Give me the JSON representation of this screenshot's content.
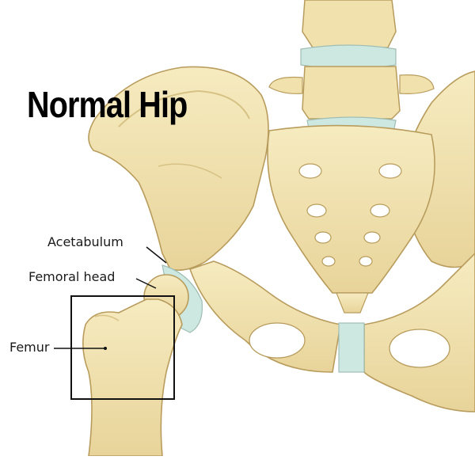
{
  "title": "Normal Hip",
  "labels": {
    "acetabulum": "Acetabulum",
    "femoral_head": "Femoral head",
    "femur": "Femur"
  },
  "colors": {
    "bone": "#f1e2ad",
    "bone_shadow": "#d7c285",
    "bone_outline": "#b89c5d",
    "cartilage": "#cde8e1",
    "background": "#ffffff",
    "text": "#000000"
  }
}
